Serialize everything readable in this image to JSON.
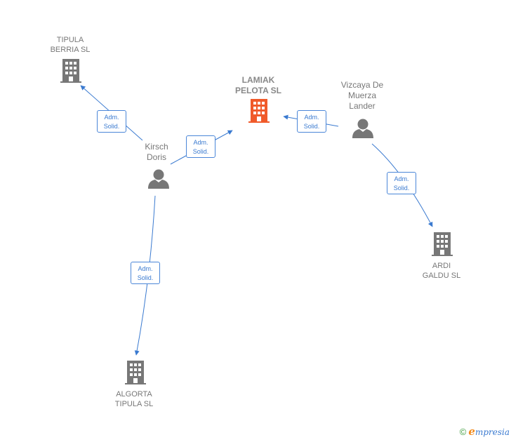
{
  "colors": {
    "company": "#777777",
    "focal_company": "#f05a2a",
    "person": "#777777",
    "edge": "#3a7ad0"
  },
  "nodes": {
    "lamiak": {
      "label": "LAMIAK\nPELOTA  SL",
      "icon": "building-icon"
    },
    "tipula": {
      "label": "TIPULA\nBERRIA  SL",
      "icon": "building-icon"
    },
    "ardi": {
      "label": "ARDI\nGALDU  SL",
      "icon": "building-icon"
    },
    "algorta": {
      "label": "ALGORTA\nTIPULA  SL",
      "icon": "building-icon"
    },
    "kirsch": {
      "label": "Kirsch\nDoris",
      "icon": "person-icon"
    },
    "vizcaya": {
      "label": "Vizcaya De\nMuerza\nLander",
      "icon": "person-icon"
    }
  },
  "edges": {
    "kirsch_tipula": {
      "line1": "Adm.",
      "line2": "Solid."
    },
    "kirsch_lamiak": {
      "line1": "Adm.",
      "line2": "Solid."
    },
    "vizcaya_lamiak": {
      "line1": "Adm.",
      "line2": "Solid."
    },
    "vizcaya_ardi": {
      "line1": "Adm.",
      "line2": "Solid."
    },
    "kirsch_algorta": {
      "line1": "Adm.",
      "line2": "Solid."
    }
  },
  "footer": {
    "copyright": "©",
    "brand_initial": "e",
    "brand_rest": "mpresia"
  }
}
